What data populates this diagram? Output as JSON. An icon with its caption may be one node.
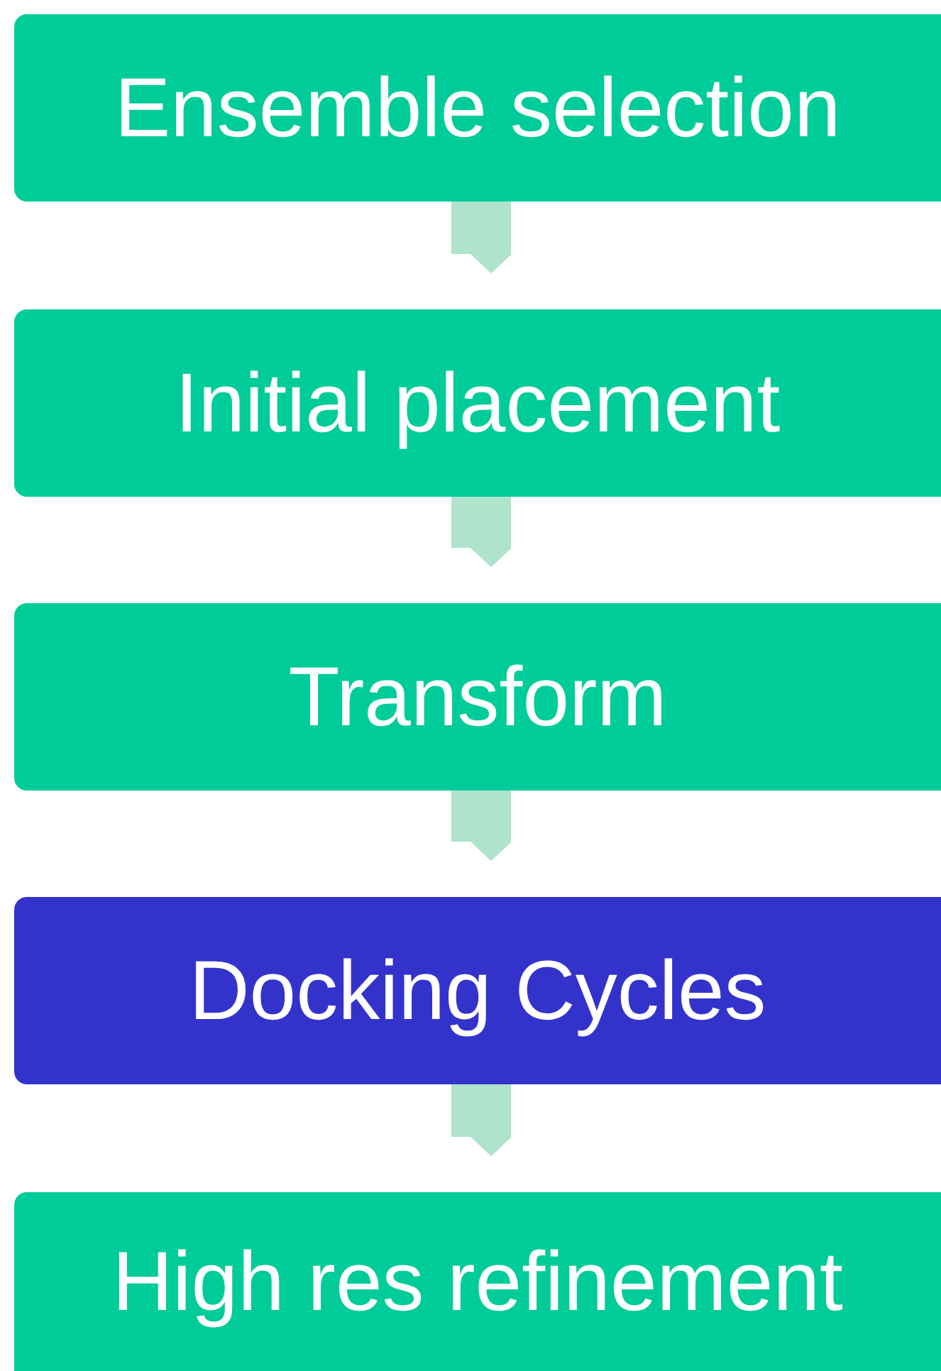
{
  "diagram": {
    "nodes": [
      {
        "text": [
          "Ensemble selection"
        ]
      },
      {
        "text": [
          "Initial placement"
        ]
      },
      {
        "text": [
          "Transform"
        ]
      },
      {
        "text": [
          "Docking Cycles"
        ]
      },
      {
        "text": [
          "High res refinement"
        ]
      }
    ],
    "edges": [
      {
        "from": 0,
        "to": 1,
        "arrow": "to"
      },
      {
        "from": 1,
        "to": 2,
        "arrow": "to"
      },
      {
        "from": 2,
        "to": 3,
        "arrow": "to"
      },
      {
        "from": 3,
        "to": 4,
        "arrow": "to"
      }
    ]
  }
}
